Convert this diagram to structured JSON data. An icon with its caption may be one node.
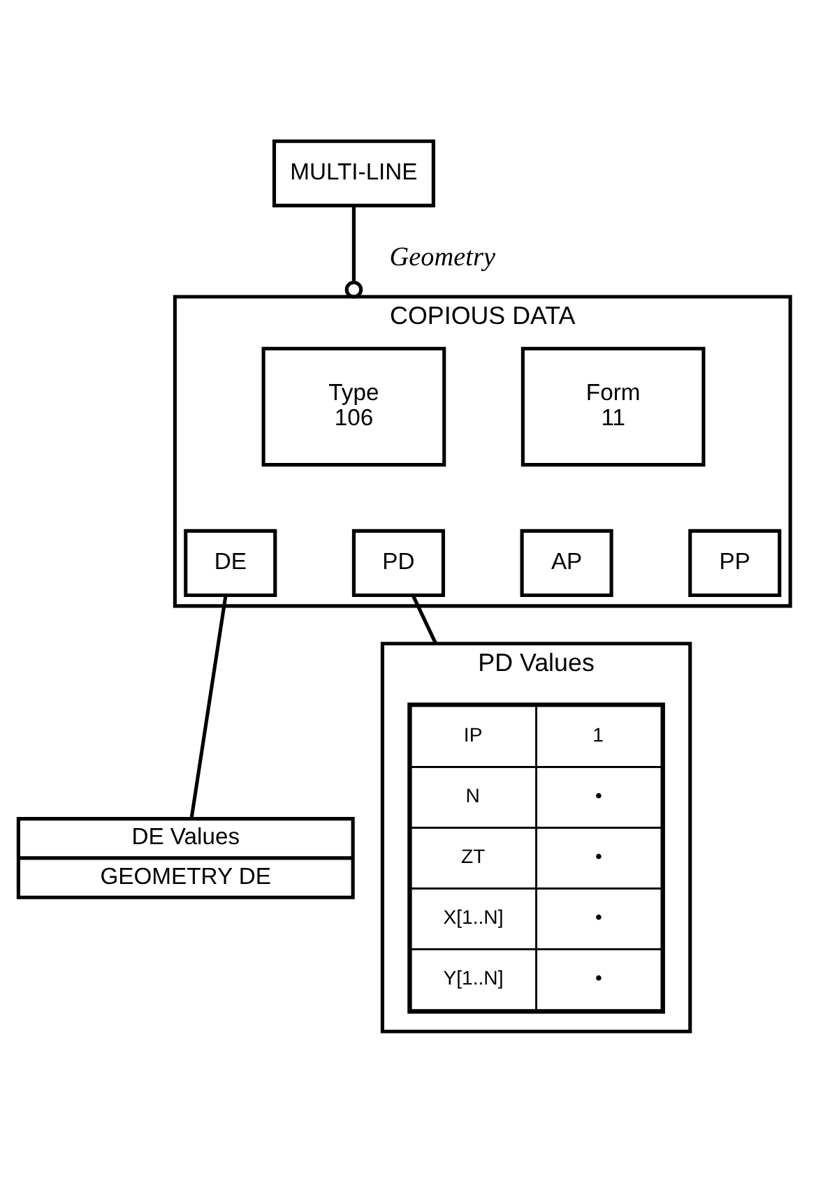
{
  "diagram": {
    "nodes": [
      {
        "text": [
          "MULTI-LINE"
        ]
      },
      {
        "text": [
          "COPIOUS DATA"
        ]
      },
      {
        "text": [
          "Type",
          "106"
        ],
        "in": 1
      },
      {
        "text": [
          "Form",
          "11"
        ],
        "in": 1
      },
      {
        "text": [
          "DE"
        ],
        "in": 1
      },
      {
        "text": [
          "PD"
        ],
        "in": 1
      },
      {
        "text": [
          "AP"
        ],
        "in": 1
      },
      {
        "text": [
          "PP"
        ],
        "in": 1
      },
      {
        "text": [
          "DE Values",
          "GEOMETRY DE"
        ]
      },
      {
        "text": [
          "PD Values"
        ]
      }
    ],
    "edges": [
      {
        "from": 0,
        "to": 1,
        "arrow": "other",
        "label": "Geometry"
      },
      {
        "from": 4,
        "to": 8,
        "arrow": "none"
      },
      {
        "from": 5,
        "to": 9,
        "arrow": "none"
      }
    ],
    "labels": [
      "IP",
      "1",
      "N",
      "•",
      "ZT",
      "•",
      "X[1..N]",
      "•",
      "Y[1..N]",
      "•"
    ]
  }
}
